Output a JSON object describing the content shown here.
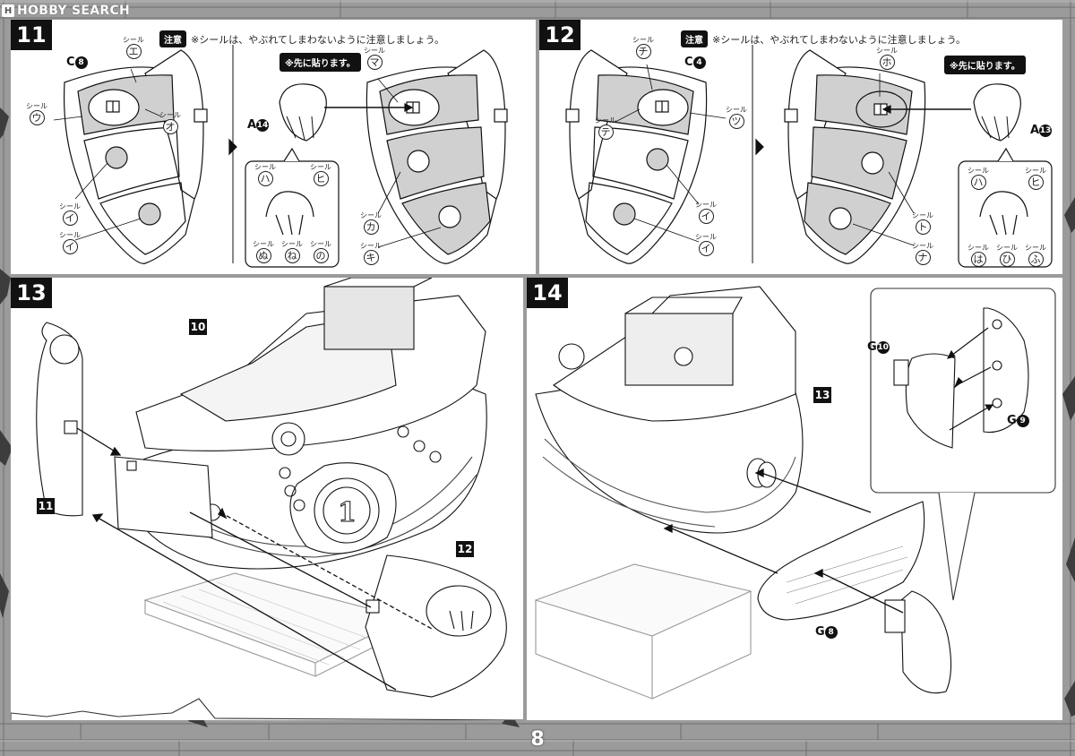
{
  "site": {
    "mark": "H",
    "name": "HOBBY SEARCH"
  },
  "page_number": "8",
  "steps": {
    "s11": {
      "number": "11",
      "note_badge": "注意",
      "note_text": "※シールは、やぶれてしまわないように注意しましょう。",
      "pre_apply": "※先に貼ります。",
      "part_main": "C",
      "part_main_num": "8",
      "part_sub": "A",
      "part_sub_num": "14",
      "seal_word": "シール",
      "seals": {
        "e": "エ",
        "u": "ウ",
        "o": "オ",
        "i1": "イ",
        "i2": "イ",
        "ma": "マ",
        "ka": "カ",
        "ki": "キ",
        "ha": "ハ",
        "hi": "ヒ",
        "nu": "ぬ",
        "ne": "ね",
        "no": "の"
      }
    },
    "s12": {
      "number": "12",
      "note_badge": "注意",
      "note_text": "※シールは、やぶれてしまわないように注意しましょう。",
      "pre_apply": "※先に貼ります。",
      "part_main": "C",
      "part_main_num": "4",
      "part_sub": "A",
      "part_sub_num": "13",
      "seal_word": "シール",
      "seals": {
        "chi": "チ",
        "te": "テ",
        "tsu": "ツ",
        "i1": "イ",
        "i2": "イ",
        "ho": "ホ",
        "to": "ト",
        "na": "ナ",
        "ha": "ハ",
        "hi": "ヒ",
        "ha2": "は",
        "hi2": "ひ",
        "fu": "ふ"
      }
    },
    "s13": {
      "number": "13",
      "ref_top": "10",
      "ref_left": "11",
      "ref_right": "12"
    },
    "s14": {
      "number": "14",
      "ref": "13",
      "g10": "G",
      "g10_num": "10",
      "g9": "G",
      "g9_num": "9",
      "g8": "G",
      "g8_num": "8"
    }
  }
}
